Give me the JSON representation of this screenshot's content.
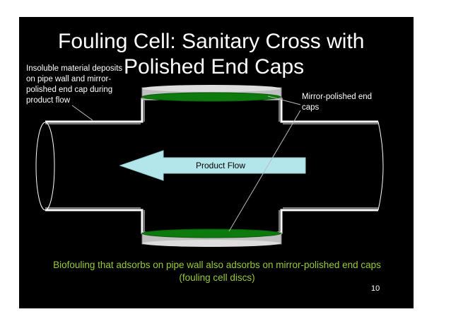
{
  "slide": {
    "title_line1": "Fouling Cell: Sanitary Cross with",
    "title_line2": "Polished End Caps",
    "left_annotation": "Insoluble material deposits on pipe wall and mirror-polished end cap during product flow",
    "right_annotation": "Mirror-polished end caps",
    "flow_label": "Product Flow",
    "caption": "Biofouling that adsorbs on pipe wall also adsorbs on mirror-polished end caps (fouling cell discs)",
    "page_number": "10"
  },
  "colors": {
    "background": "#000000",
    "text": "#ffffff",
    "caption": "#99cc33",
    "arrow": "#b3e6ea",
    "end_cap": "#0c7a0c",
    "cap_rim": "#c0c0c0"
  }
}
